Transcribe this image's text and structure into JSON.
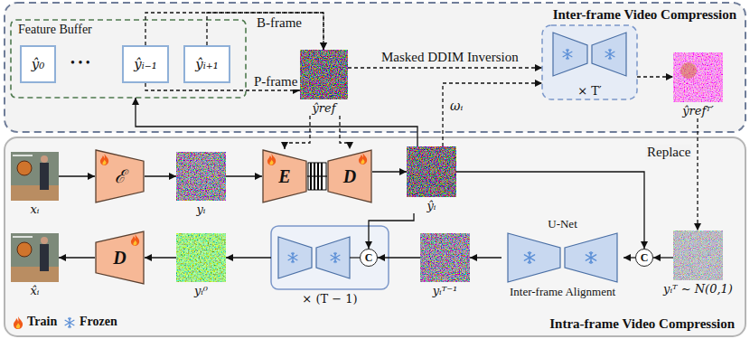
{
  "diagram": {
    "nodes": [
      {
        "text": [
          "Inter-frame Video Compression"
        ]
      },
      {
        "text": [
          "Feature Buffer"
        ],
        "in": 0
      },
      {
        "text": [
          "ŷ₀"
        ],
        "in": 1
      },
      {
        "text": [
          "ŷᵢ₋₁"
        ],
        "in": 1
      },
      {
        "text": [
          "ŷᵢ₊₁"
        ],
        "in": 1
      },
      {
        "text": [
          "ŷref"
        ],
        "in": 0
      },
      {
        "text": [
          "× T′"
        ],
        "in": 0
      },
      {
        "text": [
          "ŷrefᵀ′"
        ],
        "in": 0
      },
      {
        "text": [
          "Intra-frame Video Compression"
        ]
      },
      {
        "text": [
          "xᵢ"
        ],
        "in": 8
      },
      {
        "text": [
          "ℰ"
        ],
        "in": 8
      },
      {
        "text": [
          "yᵢ"
        ],
        "in": 8
      },
      {
        "text": [
          "E"
        ],
        "in": 8
      },
      {
        "text": [
          "D"
        ],
        "in": 8
      },
      {
        "text": [
          "ŷᵢ"
        ],
        "in": 8
      },
      {
        "text": [
          "yᵢᵀ ~ N(0,1)"
        ],
        "in": 8
      },
      {
        "text": [
          "C"
        ],
        "in": 8
      },
      {
        "text": [
          "U-Net",
          "Inter-frame Alignment"
        ],
        "in": 8
      },
      {
        "text": [
          "yᵢᵀ⁻¹"
        ],
        "in": 8
      },
      {
        "text": [
          "× (T − 1)"
        ],
        "in": 8
      },
      {
        "text": [
          "C"
        ],
        "in": 19
      },
      {
        "text": [
          "yᵢ⁰"
        ],
        "in": 8
      },
      {
        "text": [
          "D"
        ],
        "in": 8
      },
      {
        "text": [
          "x̂ᵢ"
        ],
        "in": 8
      }
    ],
    "edges": [
      {
        "from": 3,
        "to": 5,
        "label": "B-frame",
        "arrow": "to"
      },
      {
        "from": 4,
        "to": 5,
        "arrow": "to"
      },
      {
        "from": 3,
        "to": 5,
        "label": "P-frame",
        "arrow": "to"
      },
      {
        "from": 5,
        "to": 6,
        "label": "Masked DDIM Inversion",
        "arrow": "to"
      },
      {
        "from": 6,
        "to": 7,
        "arrow": "to"
      },
      {
        "from": 7,
        "to": 15,
        "label": "Replace",
        "arrow": "to"
      },
      {
        "from": 5,
        "to": 12,
        "arrow": "to"
      },
      {
        "from": 5,
        "to": 13,
        "arrow": "to"
      },
      {
        "from": 14,
        "to": 1,
        "arrow": "to"
      },
      {
        "from": 14,
        "to": 6,
        "label": "ωᵢ",
        "arrow": "to"
      },
      {
        "from": 9,
        "to": 10,
        "arrow": "to"
      },
      {
        "from": 10,
        "to": 11,
        "arrow": "to"
      },
      {
        "from": 11,
        "to": 12,
        "arrow": "to"
      },
      {
        "from": 12,
        "to": 13,
        "arrow": "none"
      },
      {
        "from": 13,
        "to": 14,
        "arrow": "to"
      },
      {
        "from": 14,
        "to": 20,
        "arrow": "to"
      },
      {
        "from": 14,
        "to": 16,
        "arrow": "to"
      },
      {
        "from": 15,
        "to": 16,
        "arrow": "to"
      },
      {
        "from": 16,
        "to": 17,
        "arrow": "to"
      },
      {
        "from": 17,
        "to": 18,
        "arrow": "to"
      },
      {
        "from": 18,
        "to": 20,
        "arrow": "to"
      },
      {
        "from": 19,
        "to": 21,
        "arrow": "to"
      },
      {
        "from": 21,
        "to": 22,
        "arrow": "to"
      },
      {
        "from": 22,
        "to": 23,
        "arrow": "to"
      }
    ],
    "labels": [
      "• • •"
    ],
    "legend": [
      {
        "text": "Train"
      },
      {
        "text": "Frozen"
      }
    ]
  }
}
